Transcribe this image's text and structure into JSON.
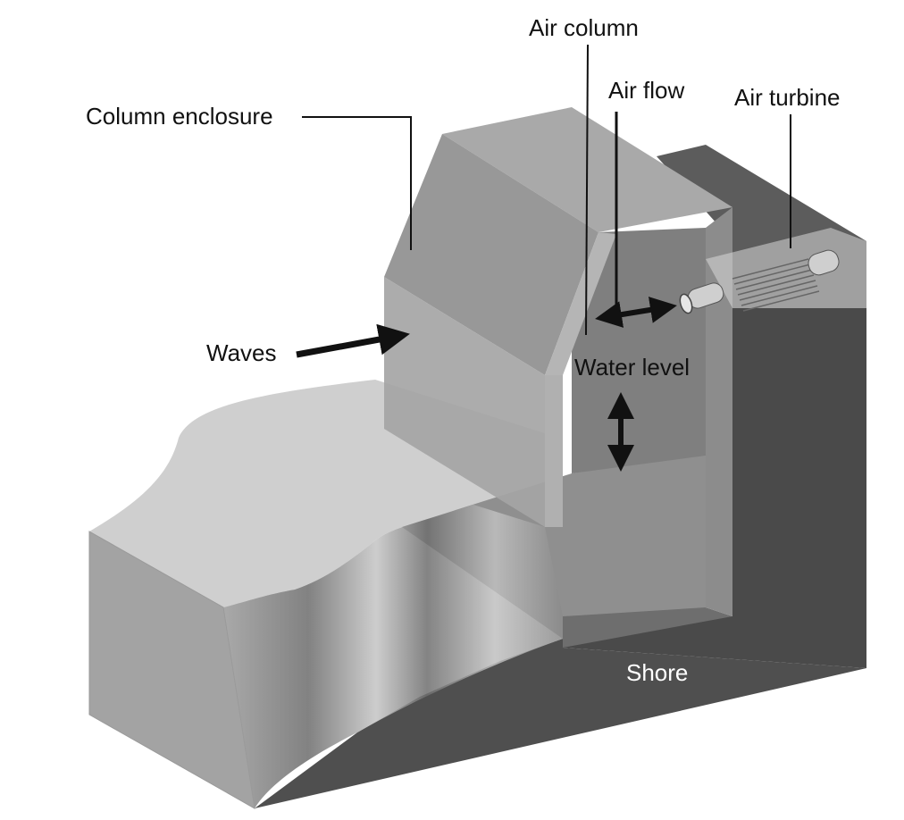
{
  "labels": {
    "air_column": "Air column",
    "air_flow": "Air flow",
    "air_turbine": "Air turbine",
    "column_enclosure": "Column enclosure",
    "waves": "Waves",
    "water_level": "Water level",
    "shore": "Shore"
  },
  "colors": {
    "shore_dark": "#4a4a4a",
    "water": "#c8c8c8",
    "enclosure": "#9c9c9c",
    "arrow": "#111111",
    "background": "#ffffff"
  }
}
